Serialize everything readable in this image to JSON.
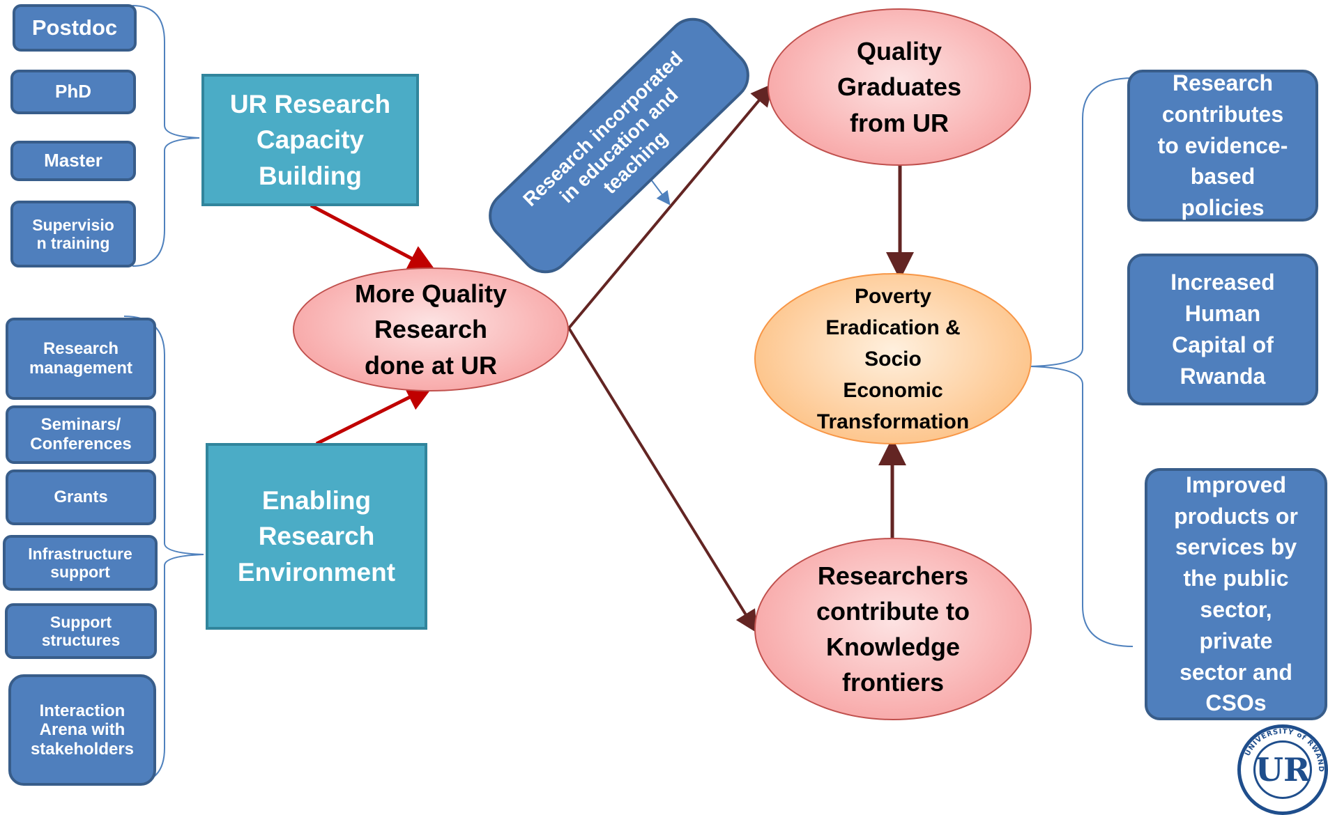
{
  "left_top_items": [
    "Postdoc",
    "PhD",
    "Master",
    "Supervisio\nn training"
  ],
  "left_bottom_items": [
    "Research\nmanagement",
    "Seminars/\nConferences",
    "Grants",
    "Infrastructure\nsupport",
    "Support\nstructures",
    "Interaction\nArena with\nstakeholders"
  ],
  "capacity_box": "UR Research\nCapacity\nBuilding",
  "environment_box": "Enabling\nResearch\nEnvironment",
  "center_ellipse": "More Quality\nResearch\ndone at UR",
  "rotated_box": "Research incorporated\nin education and\nteaching",
  "graduates_ellipse": "Quality\nGraduates\nfrom UR",
  "poverty_ellipse": "Poverty\nEradication &\nSocio\nEconomic\nTransformation",
  "researchers_ellipse": "Researchers\ncontribute to\nKnowledge\nfrontiers",
  "right_items": [
    "Research\ncontributes\nto evidence-\nbased\npolicies",
    "Increased\nHuman\nCapital of\nRwanda",
    "Improved\nproducts or\nservices by\nthe public\nsector,\nprivate\nsector and\nCSOs"
  ],
  "logo_text": "UNIVERSITY of RWANDA",
  "colors": {
    "blue_box": "#4f7fbd",
    "teal_box": "#4bacc6",
    "red_arrow": "#c00000",
    "dark_arrow": "#632523"
  }
}
